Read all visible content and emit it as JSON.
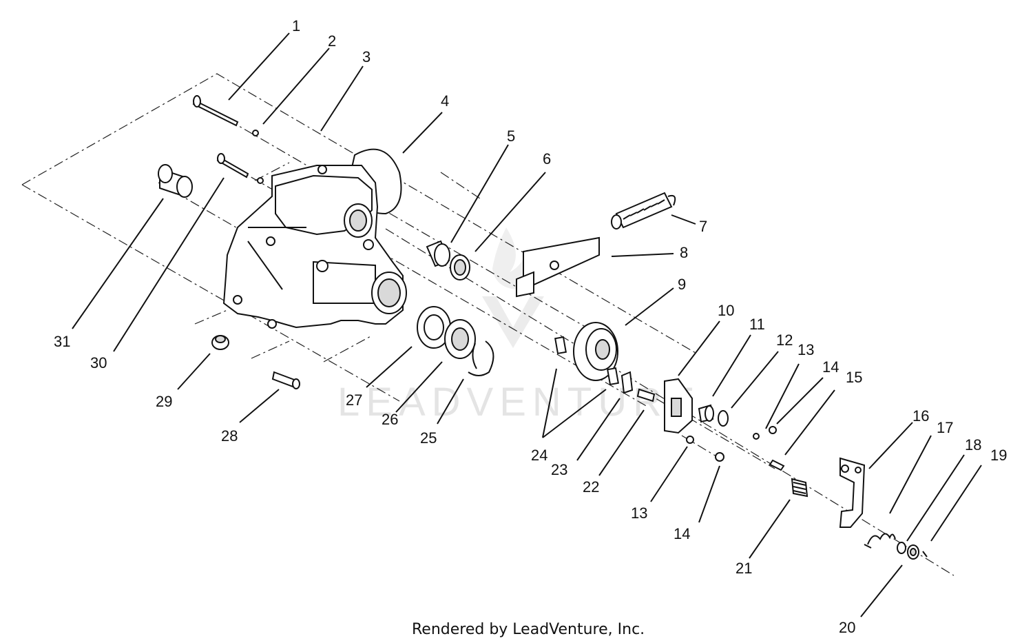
{
  "diagram": {
    "credit": "Rendered by LeadVenture, Inc.",
    "watermark": "LEADVENTURE",
    "callouts": [
      {
        "label": "1"
      },
      {
        "label": "2"
      },
      {
        "label": "3"
      },
      {
        "label": "4"
      },
      {
        "label": "5"
      },
      {
        "label": "6"
      },
      {
        "label": "7"
      },
      {
        "label": "8"
      },
      {
        "label": "9"
      },
      {
        "label": "10"
      },
      {
        "label": "11"
      },
      {
        "label": "12"
      },
      {
        "label": "13"
      },
      {
        "label": "14"
      },
      {
        "label": "15"
      },
      {
        "label": "16"
      },
      {
        "label": "17"
      },
      {
        "label": "18"
      },
      {
        "label": "19"
      },
      {
        "label": "20"
      },
      {
        "label": "21"
      },
      {
        "label": "22"
      },
      {
        "label": "23"
      },
      {
        "label": "24"
      },
      {
        "label": "25"
      },
      {
        "label": "26"
      },
      {
        "label": "27"
      },
      {
        "label": "28"
      },
      {
        "label": "29"
      },
      {
        "label": "30"
      },
      {
        "label": "31"
      },
      {
        "label": "13"
      },
      {
        "label": "14"
      }
    ]
  }
}
